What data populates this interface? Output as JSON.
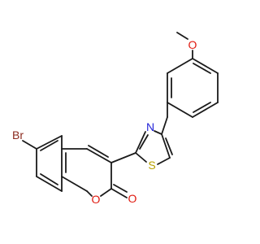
{
  "atoms": {
    "br": {
      "label": "Br",
      "color": "#8b2a1e"
    },
    "n": {
      "label": "N",
      "color": "#2323d8"
    },
    "s": {
      "label": "S",
      "color": "#b8a200"
    },
    "o_methoxy": {
      "label": "O",
      "color": "#e0190f"
    },
    "o_ring": {
      "label": "O",
      "color": "#e0190f"
    },
    "o_carbonyl": {
      "label": "O",
      "color": "#e0190f"
    }
  },
  "bond_color": "#1a1a1a"
}
